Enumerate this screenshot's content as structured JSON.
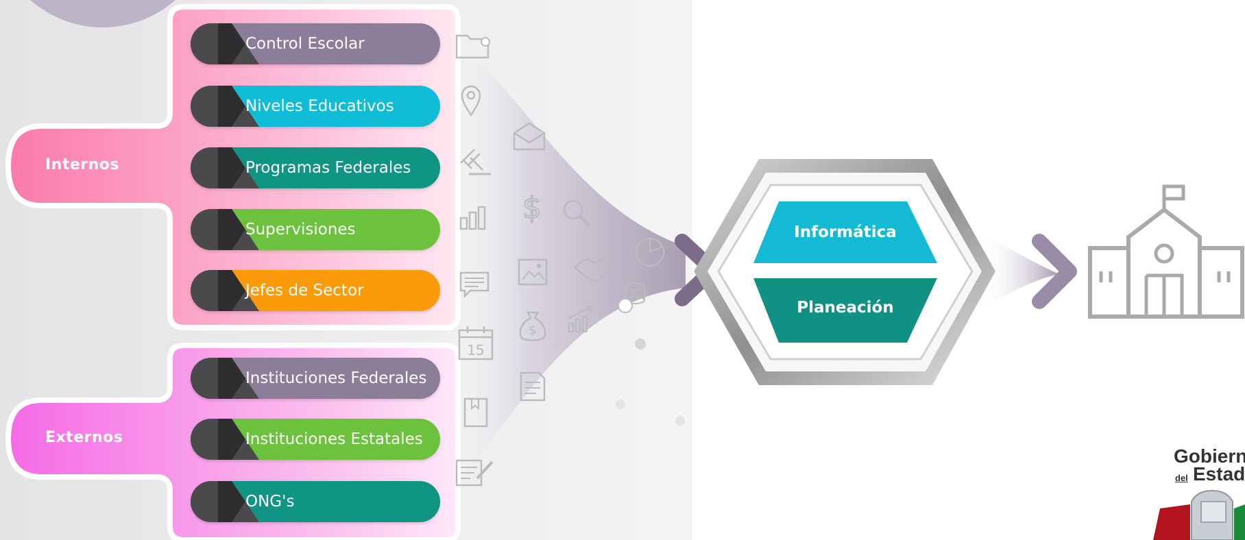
{
  "groups": {
    "internos": {
      "label": "Internos",
      "color": "#fb7fb0"
    },
    "externos": {
      "label": "Externos",
      "color": "#f472e4"
    }
  },
  "pills": [
    {
      "label": "Control Escolar",
      "color": "#8c7d98"
    },
    {
      "label": "Niveles Educativos",
      "color": "#11bcd6"
    },
    {
      "label": "Programas Federales",
      "color": "#109484"
    },
    {
      "label": "Supervisiones",
      "color": "#6cc23c"
    },
    {
      "label": "Jefes de Sector",
      "color": "#fb9b0b"
    },
    {
      "label": "Instituciones Federales",
      "color": "#8c7d98"
    },
    {
      "label": "Instituciones Estatales",
      "color": "#6cc23c"
    },
    {
      "label": "ONG's",
      "color": "#109484"
    }
  ],
  "hexagon": {
    "top_label": "Informática",
    "top_color": "#14b9d4",
    "bottom_label": "Planeación",
    "bottom_color": "#119183"
  },
  "icons": [
    "folder-icon",
    "location-pin-icon",
    "gavel-icon",
    "bar-chart-icon",
    "chat-bubble-icon",
    "calendar-icon",
    "book-icon",
    "document-edit-icon",
    "envelope-icon",
    "dollar-icon",
    "magnifier-icon",
    "image-icon",
    "handshake-icon",
    "pie-chart-icon",
    "coins-icon",
    "money-bag-icon",
    "growth-chart-icon",
    "document-icon",
    "school-building-icon"
  ],
  "logo": {
    "line1": "Gobierno",
    "line2_small": "del",
    "line2": "Estado"
  },
  "calendar_day": "15"
}
